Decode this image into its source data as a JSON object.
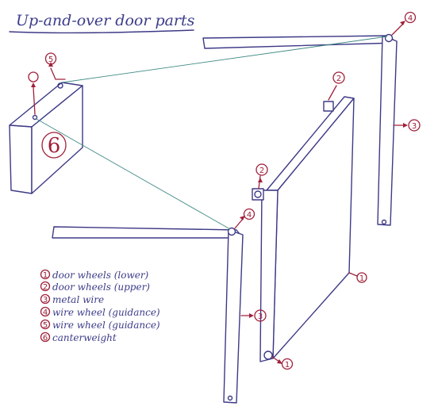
{
  "title": "Up-and-over door parts",
  "legend": [
    {
      "num": "1",
      "text": "door wheels (lower)"
    },
    {
      "num": "2",
      "text": "door wheels (upper)"
    },
    {
      "num": "3",
      "text": "metal wire"
    },
    {
      "num": "4",
      "text": "wire wheel (guidance)"
    },
    {
      "num": "5",
      "text": "wire wheel (guidance)"
    },
    {
      "num": "6",
      "text": "canterweight"
    }
  ],
  "markers": {
    "counterweight_label": "6",
    "m1": "1",
    "m2": "2",
    "m3": "3",
    "m4": "4",
    "m5": "5"
  },
  "colors": {
    "ink": "#3d3a86",
    "marker": "#a0203a",
    "wire": "#3f8a84"
  }
}
